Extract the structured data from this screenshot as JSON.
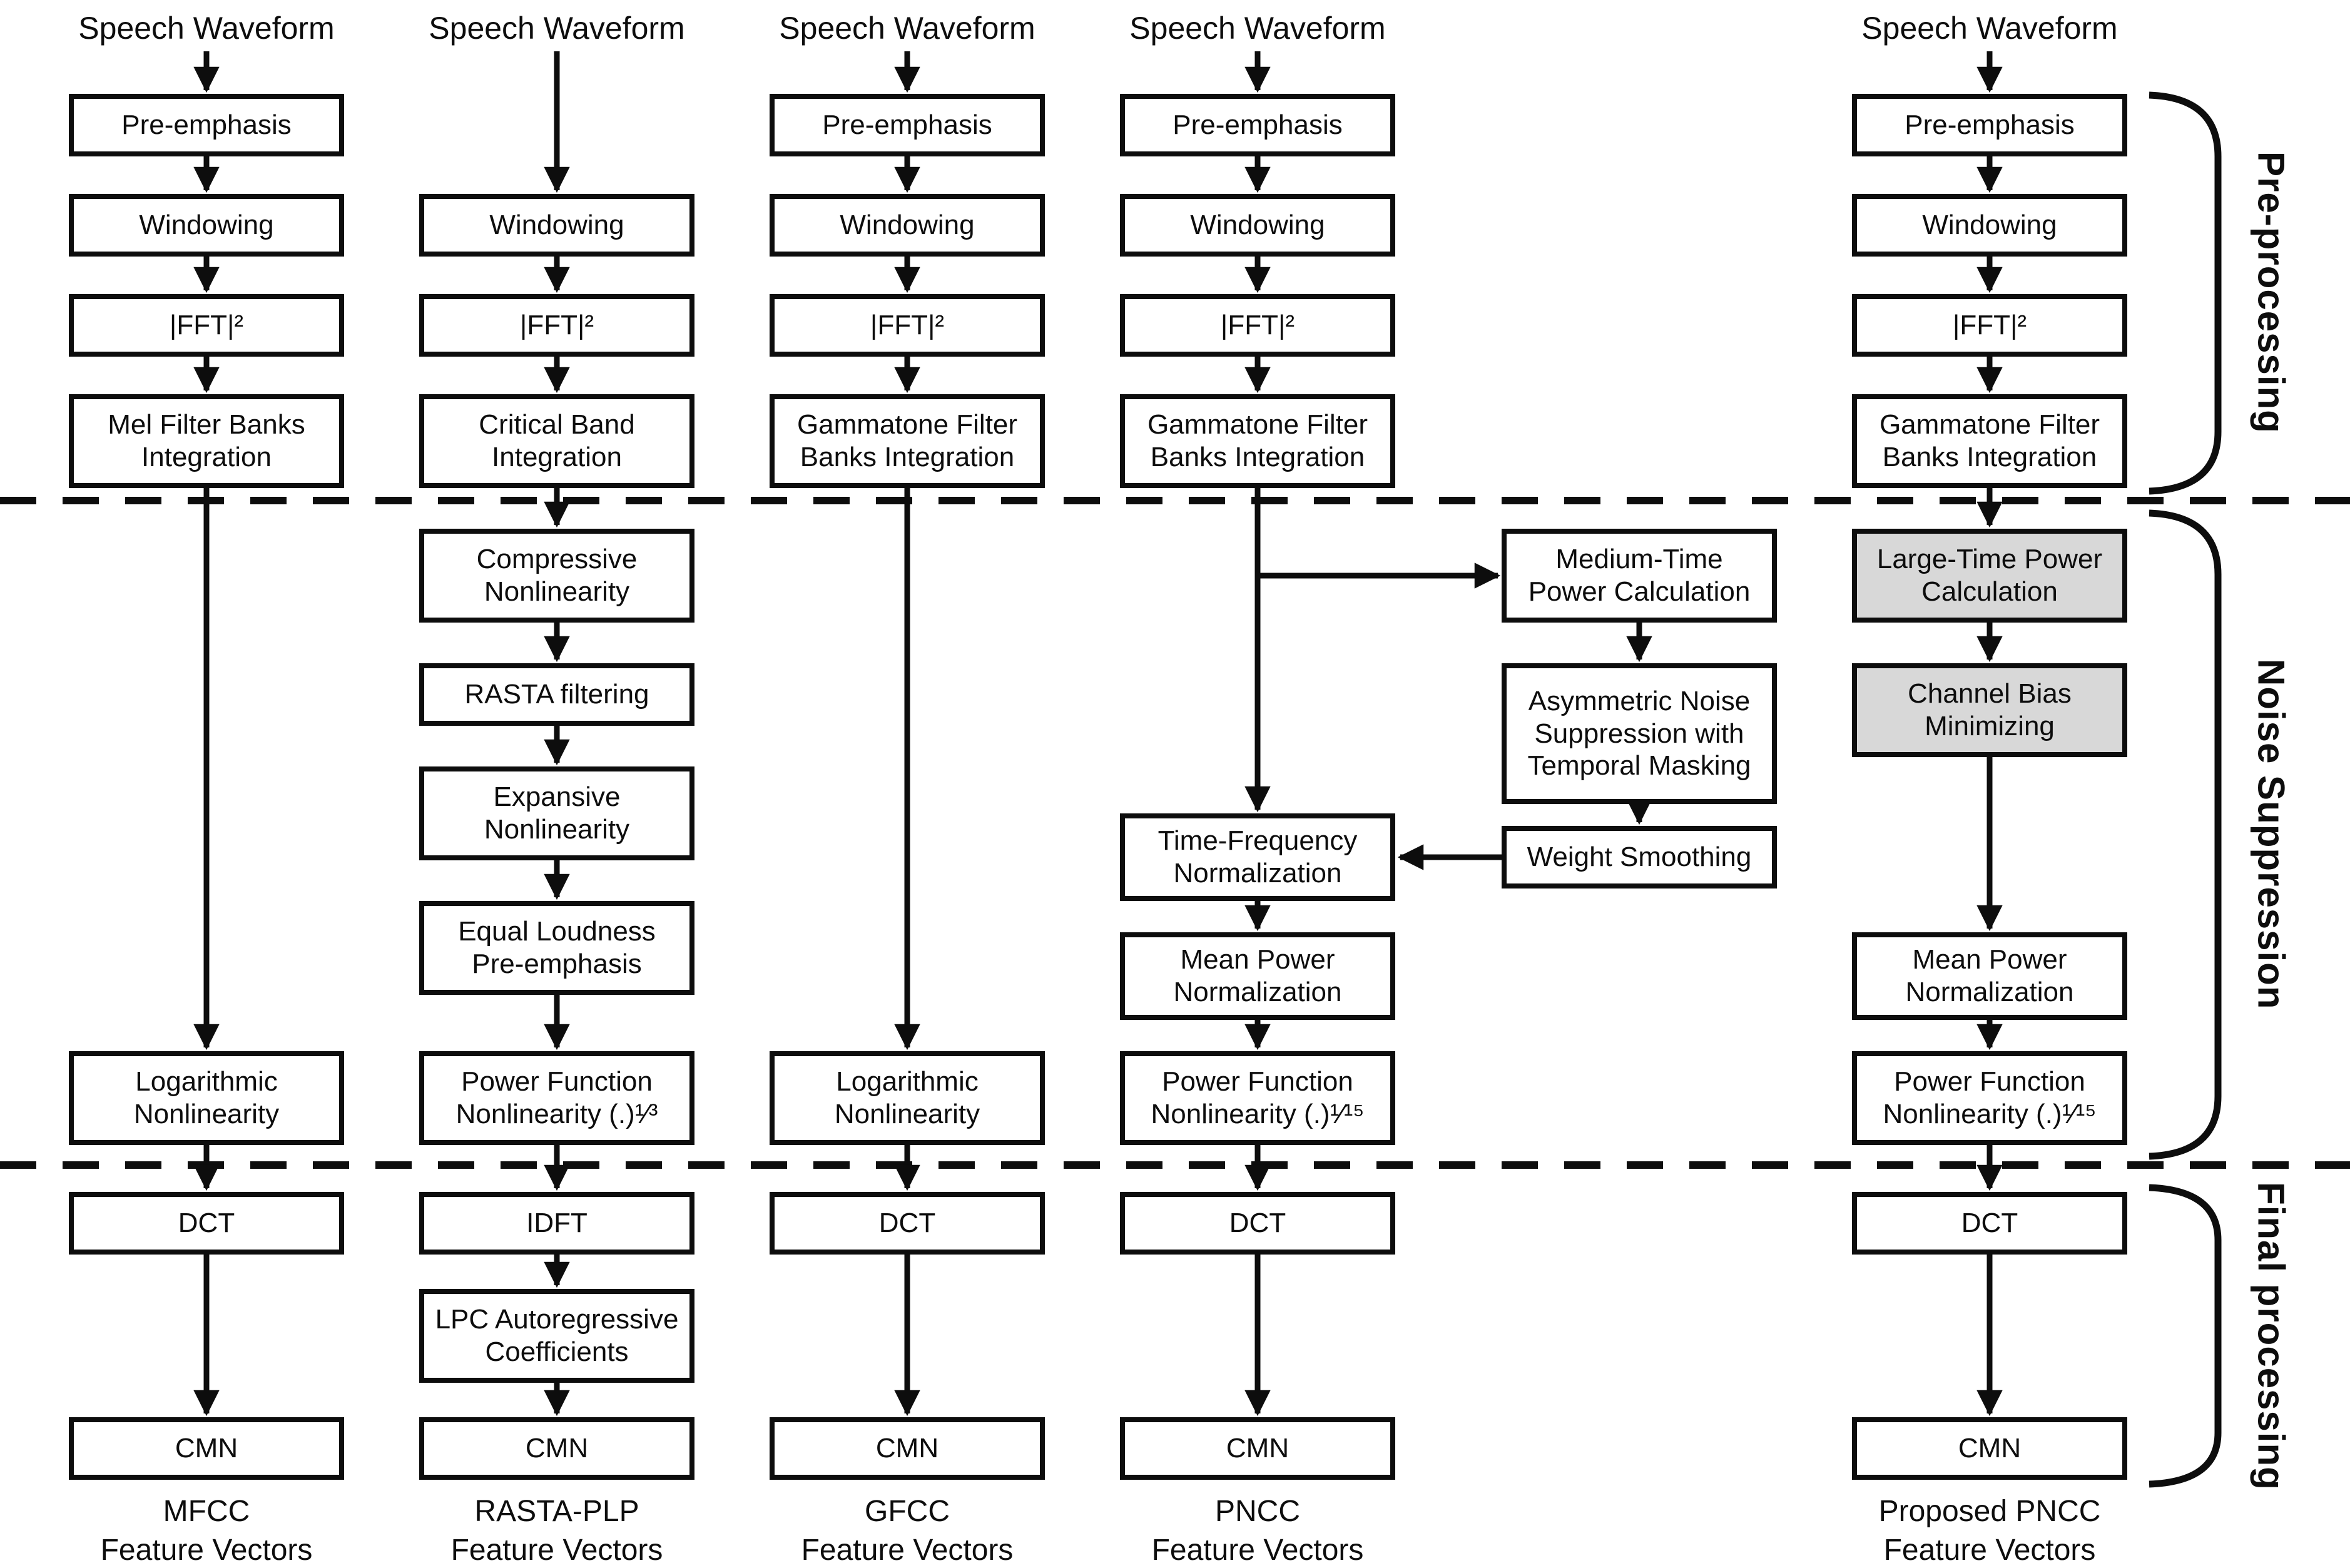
{
  "source_label": "Speech Waveform",
  "section_labels": {
    "preprocessing": "Pre-processing",
    "noise_suppression": "Noise Suppression",
    "final_processing": "Final processing"
  },
  "steps": {
    "pre_emphasis": "Pre-emphasis",
    "windowing": "Windowing",
    "fft_squared": "|FFT|²",
    "mel_filter_banks": "Mel Filter Banks Integration",
    "critical_band": "Critical Band Integration",
    "gammatone_filter_banks": "Gammatone Filter Banks Integration",
    "compressive_nonlinearity": "Compressive Nonlinearity",
    "rasta_filtering": "RASTA filtering",
    "expansive_nonlinearity": "Expansive Nonlinearity",
    "equal_loudness_pre_emphasis": "Equal Loudness Pre-emphasis",
    "logarithmic_nonlinearity": "Logarithmic Nonlinearity",
    "power_function_nonlinearity_1_3": "Power Function Nonlinearity (.)¹⁄³",
    "power_function_nonlinearity_1_15": "Power Function Nonlinearity (.)¹⁄¹⁵",
    "medium_time_power": "Medium-Time Power Calculation",
    "asymmetric_noise_suppression": "Asymmetric Noise Suppression with Temporal Masking",
    "weight_smoothing": "Weight Smoothing",
    "time_frequency_normalization": "Time-Frequency Normalization",
    "mean_power_normalization": "Mean Power Normalization",
    "large_time_power": "Large-Time Power Calculation",
    "channel_bias_minimizing": "Channel Bias Minimizing",
    "dct": "DCT",
    "idft": "IDFT",
    "lpc_autoregressive": "LPC Autoregressive Coefficients",
    "cmn": "CMN"
  },
  "outputs": {
    "mfcc": "MFCC",
    "rasta_plp": "RASTA-PLP",
    "gfcc": "GFCC",
    "pncc": "PNCC",
    "proposed_pncc": "Proposed PNCC",
    "suffix": "Feature Vectors"
  },
  "colors": {
    "highlight_box_fill": "#d8d8d8",
    "line": "#0d0d0d"
  }
}
